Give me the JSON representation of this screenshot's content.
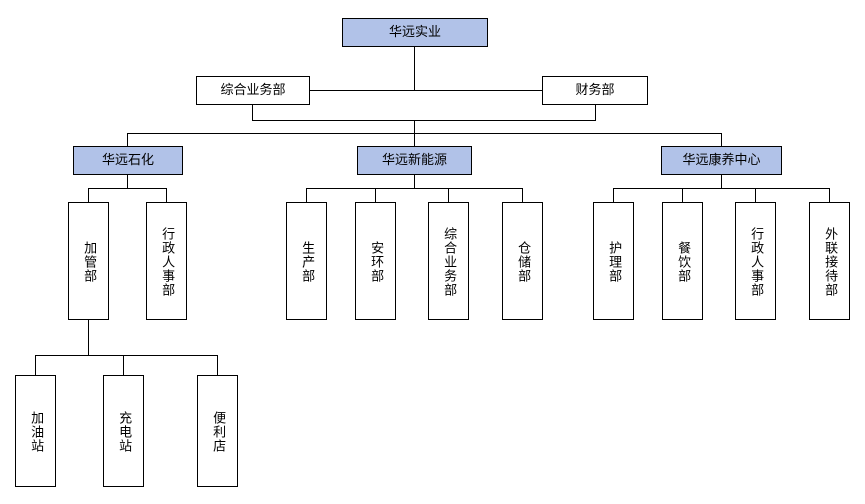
{
  "diagram": {
    "title_node": "华远实业",
    "type": "organization-chart",
    "colors": {
      "highlight_fill": "#b1c2e8",
      "plain_fill": "#ffffff",
      "border": "#000000",
      "background": "#ffffff",
      "text": "#000000"
    },
    "nodes": {
      "root": {
        "label": "华远实业",
        "fill": "highlight"
      },
      "staff_left": {
        "label": "综合业务部",
        "fill": "plain"
      },
      "staff_right": {
        "label": "财务部",
        "fill": "plain"
      },
      "div1": {
        "label": "华远石化",
        "fill": "highlight"
      },
      "div2": {
        "label": "华远新能源",
        "fill": "highlight"
      },
      "div3": {
        "label": "华远康养中心",
        "fill": "highlight"
      },
      "div1_child1": {
        "label": "加管部",
        "fill": "plain"
      },
      "div1_child2": {
        "label": "行政人事部",
        "fill": "plain"
      },
      "div2_child1": {
        "label": "生产部",
        "fill": "plain"
      },
      "div2_child2": {
        "label": "安环部",
        "fill": "plain"
      },
      "div2_child3": {
        "label": "综合业务部",
        "fill": "plain"
      },
      "div2_child4": {
        "label": "仓储部",
        "fill": "plain"
      },
      "div3_child1": {
        "label": "护理部",
        "fill": "plain"
      },
      "div3_child2": {
        "label": "餐饮部",
        "fill": "plain"
      },
      "div3_child3": {
        "label": "行政人事部",
        "fill": "plain"
      },
      "div3_child4": {
        "label": "外联接待部",
        "fill": "plain"
      },
      "leaf1": {
        "label": "加油站",
        "fill": "plain"
      },
      "leaf2": {
        "label": "充电站",
        "fill": "plain"
      },
      "leaf3": {
        "label": "便利店",
        "fill": "plain"
      }
    },
    "levels": [
      [
        "华远实业"
      ],
      [
        "综合业务部",
        "财务部"
      ],
      [
        "华远石化",
        "华远新能源",
        "华远康养中心"
      ],
      [
        "加管部",
        "行政人事部",
        "生产部",
        "安环部",
        "综合业务部",
        "仓储部",
        "护理部",
        "餐饮部",
        "行政人事部",
        "外联接待部"
      ],
      [
        "加油站",
        "充电站",
        "便利店"
      ]
    ],
    "edges": [
      {
        "from": "华远实业",
        "to": "综合业务部"
      },
      {
        "from": "华远实业",
        "to": "财务部"
      },
      {
        "from": "华远实业",
        "to": "华远石化"
      },
      {
        "from": "华远实业",
        "to": "华远新能源"
      },
      {
        "from": "华远实业",
        "to": "华远康养中心"
      },
      {
        "from": "华远石化",
        "to": "加管部"
      },
      {
        "from": "华远石化",
        "to": "行政人事部"
      },
      {
        "from": "华远新能源",
        "to": "生产部"
      },
      {
        "from": "华远新能源",
        "to": "安环部"
      },
      {
        "from": "华远新能源",
        "to": "综合业务部"
      },
      {
        "from": "华远新能源",
        "to": "仓储部"
      },
      {
        "from": "华远康养中心",
        "to": "护理部"
      },
      {
        "from": "华远康养中心",
        "to": "餐饮部"
      },
      {
        "from": "华远康养中心",
        "to": "行政人事部"
      },
      {
        "from": "华远康养中心",
        "to": "外联接待部"
      },
      {
        "from": "加管部",
        "to": "加油站"
      },
      {
        "from": "加管部",
        "to": "充电站"
      },
      {
        "from": "加管部",
        "to": "便利店"
      }
    ]
  }
}
